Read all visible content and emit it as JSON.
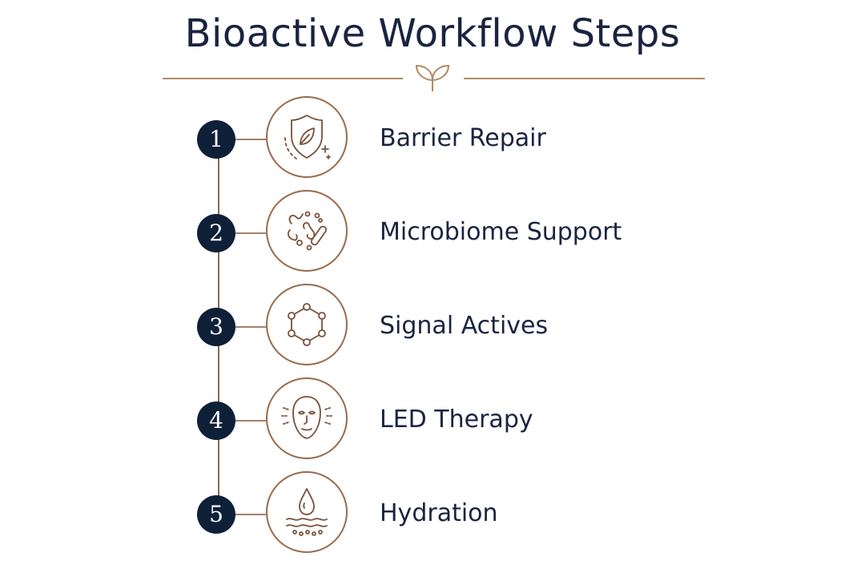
{
  "title": "Bioactive Workflow Steps",
  "colors": {
    "navy": "#0e1f38",
    "accent": "#9a6a4a",
    "text": "#1a2440"
  },
  "steps": [
    {
      "number": "1",
      "label": "Barrier Repair",
      "icon": "shield-leaf-icon"
    },
    {
      "number": "2",
      "label": "Microbiome Support",
      "icon": "microbes-icon"
    },
    {
      "number": "3",
      "label": "Signal Actives",
      "icon": "hexagon-molecule-icon"
    },
    {
      "number": "4",
      "label": "LED Therapy",
      "icon": "face-mask-icon"
    },
    {
      "number": "5",
      "label": "Hydration",
      "icon": "water-drop-icon"
    }
  ]
}
